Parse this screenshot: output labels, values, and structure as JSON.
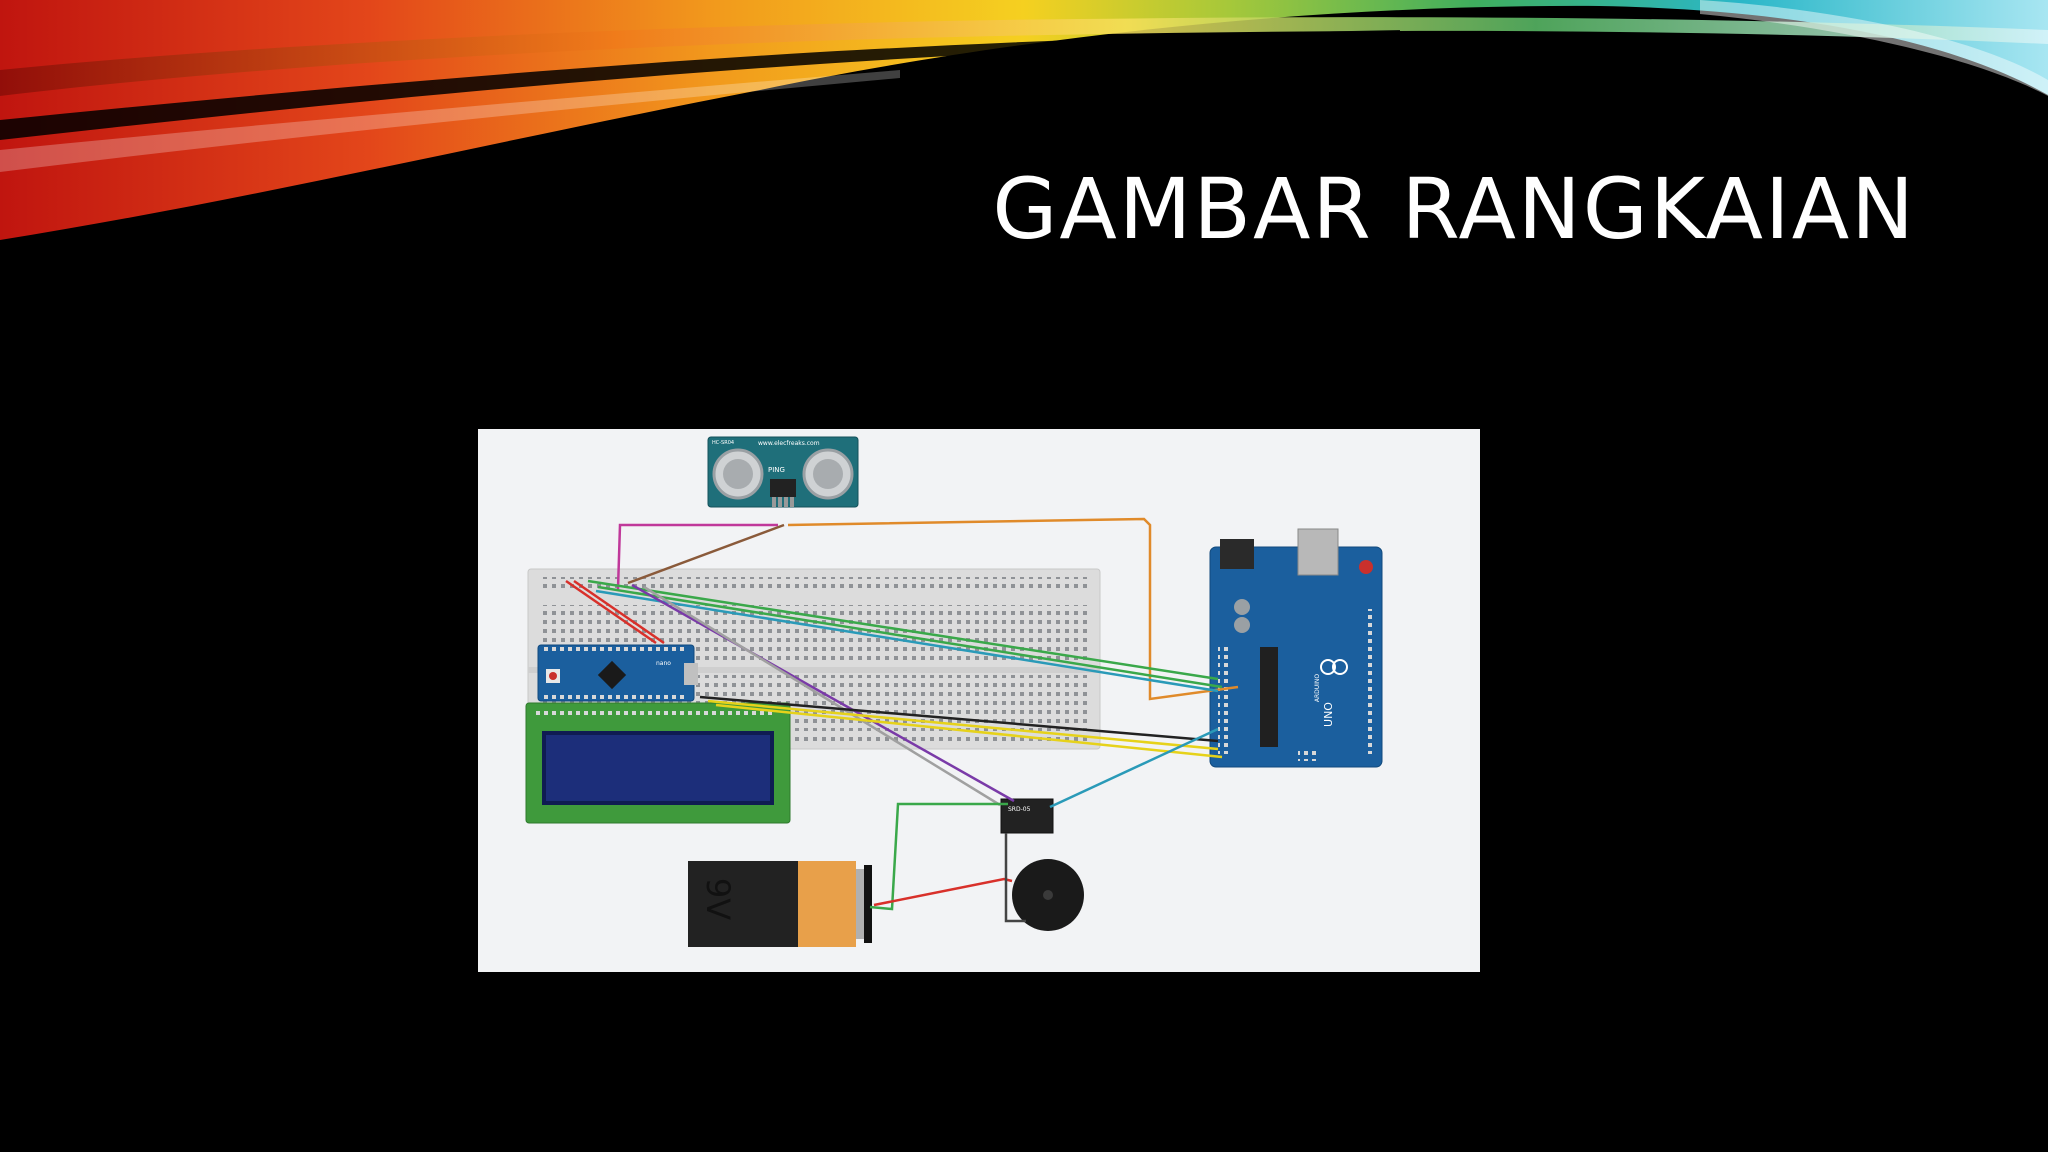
{
  "slide": {
    "title": "GAMBAR RANGKAIAN"
  },
  "circuit": {
    "sensor": {
      "brand_text": "www.elecfreaks.com",
      "model_text": "PING",
      "pins_text": "HC-SR04"
    },
    "uno": {
      "model_text": "UNO",
      "brand_text": "ARDUINO"
    },
    "nano": {
      "model_text": "nano"
    },
    "relay": {
      "label_text": "SRD-05"
    },
    "battery": {
      "label": "9V"
    }
  },
  "colors": {
    "background": "#000000",
    "title": "#ffffff",
    "figure_background": "#f2f3f5",
    "board_blue": "#1b5f9e",
    "lcd_green": "#3f9a3c",
    "lcd_screen": "#1c2e7a",
    "battery_orange": "#e8a04a",
    "wire_orange": "#e08a2a",
    "wire_magenta": "#c0389a",
    "wire_green": "#3aa84a",
    "wire_red": "#d8302a",
    "wire_teal": "#2a9ab8",
    "wire_yellow": "#e6d21a",
    "wire_purple": "#7a3aa8",
    "wire_gray": "#a0a0a0",
    "wire_brown": "#8a5a3a"
  }
}
